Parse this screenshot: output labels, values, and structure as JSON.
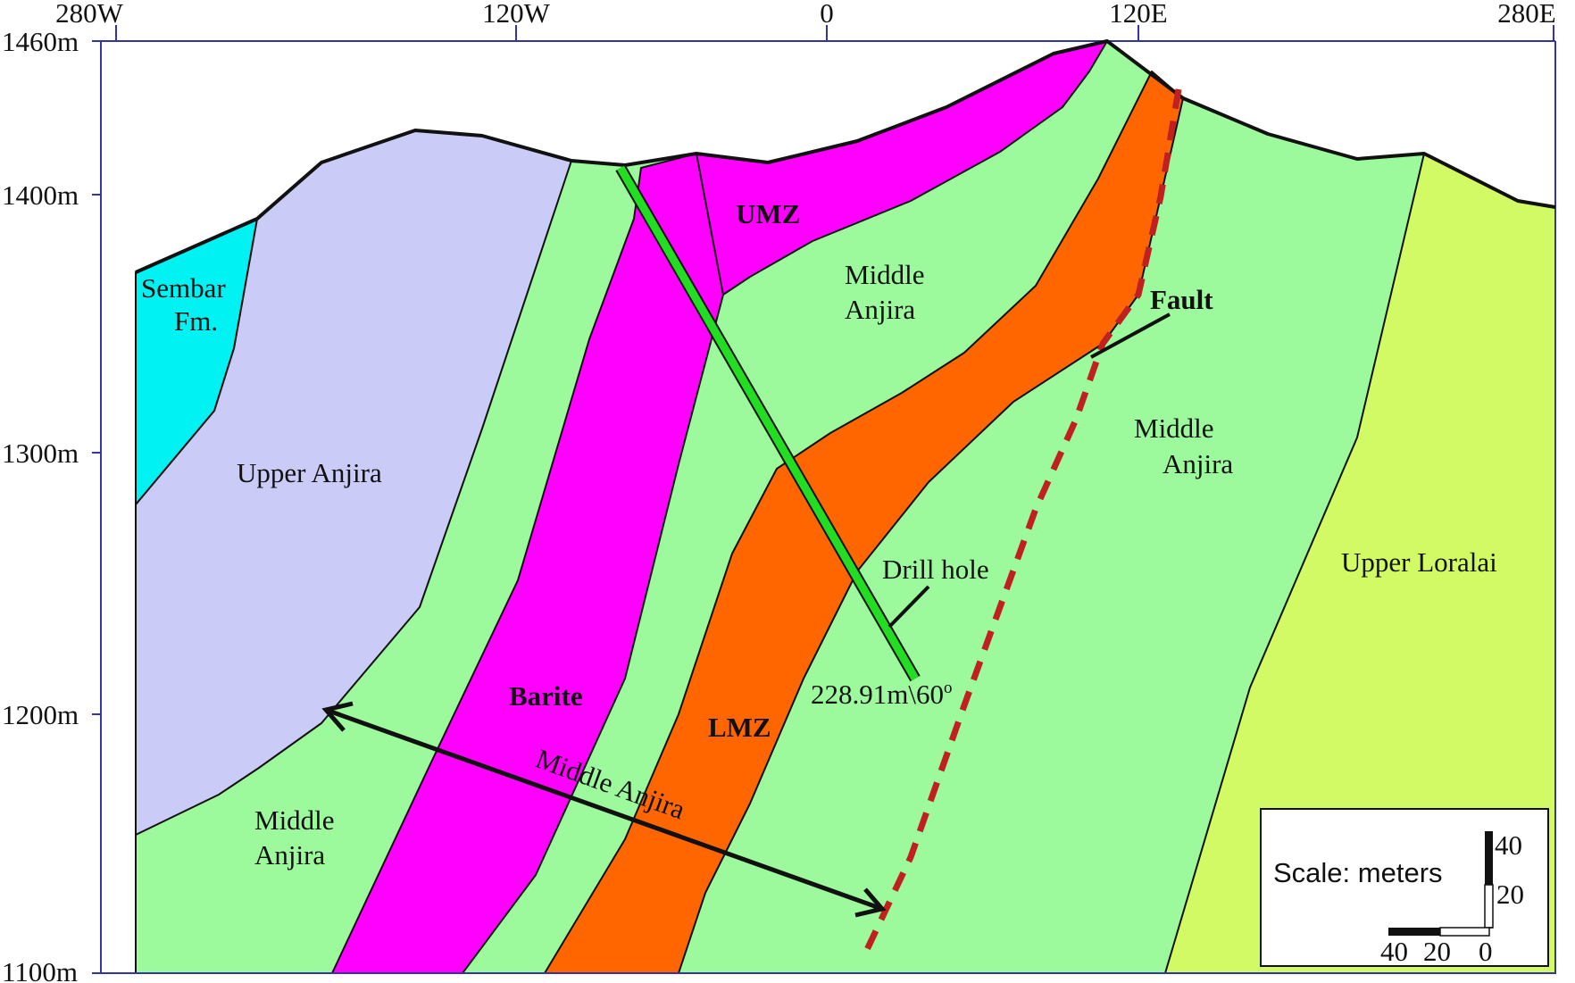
{
  "top_axis": {
    "ticks": [
      "280W",
      "120W",
      "0",
      "120E",
      "280E"
    ]
  },
  "left_axis": {
    "ticks": [
      "1460m",
      "1400m",
      "1300m",
      "1200m",
      "1100m"
    ]
  },
  "units": [
    {
      "id": "sembar",
      "lines": [
        "Sembar",
        "Fm."
      ],
      "color": "#00f2f2"
    },
    {
      "id": "upper-anjira",
      "lines": [
        "Upper Anjira"
      ],
      "color": "#cbcbf7"
    },
    {
      "id": "middle-anjira-lower-left",
      "lines": [
        "Middle",
        "Anjira"
      ],
      "color": "#9cf99c"
    },
    {
      "id": "barite",
      "lines": [
        "Barite"
      ],
      "color": "#ff00ff",
      "bold": true
    },
    {
      "id": "umz",
      "lines": [
        "UMZ"
      ],
      "color": "#ff00ff",
      "bold": true
    },
    {
      "id": "middle-anjira-upper",
      "lines": [
        "Middle",
        "Anjira"
      ],
      "color": "#9cf99c"
    },
    {
      "id": "lmz",
      "lines": [
        "LMZ"
      ],
      "color": "#ff6600",
      "bold": true
    },
    {
      "id": "middle-anjira-right",
      "lines": [
        "Middle",
        "Anjira"
      ],
      "color": "#9cf99c"
    },
    {
      "id": "upper-loralai",
      "lines": [
        "Upper Loralai"
      ],
      "color": "#d2fa64"
    }
  ],
  "annotations": {
    "drill_hole": "Drill hole",
    "drill_depth": "228.91m\\60",
    "drill_depth_sup": "o",
    "fault": "Fault",
    "span_label": "Middle Anjira"
  },
  "colors": {
    "drill_hole": "#22dd22",
    "fault_line": "#c02020",
    "frame": "#3333aa"
  },
  "scale_box": {
    "title": "Scale: meters",
    "vertical_ticks": [
      "40",
      "20"
    ],
    "horizontal_ticks": [
      "40",
      "20",
      "0"
    ]
  }
}
